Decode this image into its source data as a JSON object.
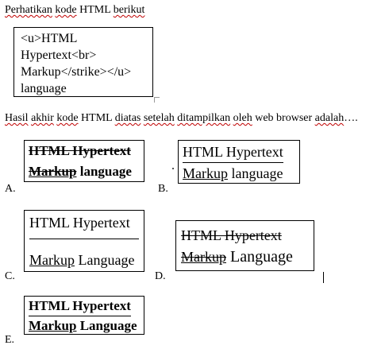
{
  "question_intro": [
    "Perhatikan",
    " ",
    "kode",
    " HTML ",
    "berikut"
  ],
  "code_lines": [
    "<u>HTML",
    "Hypertext<br>",
    "Markup</strike></u>",
    "language"
  ],
  "question": [
    {
      "t": "Hasil",
      "sq": true
    },
    {
      "t": " ",
      "sq": false
    },
    {
      "t": "akhir",
      "sq": true
    },
    {
      "t": " ",
      "sq": false
    },
    {
      "t": "kode",
      "sq": true
    },
    {
      "t": " HTML ",
      "sq": false
    },
    {
      "t": "diatas",
      "sq": true
    },
    {
      "t": " ",
      "sq": false
    },
    {
      "t": "setelah",
      "sq": true
    },
    {
      "t": " ",
      "sq": false
    },
    {
      "t": "ditampilkan",
      "sq": true
    },
    {
      "t": " ",
      "sq": false
    },
    {
      "t": "oleh",
      "sq": true
    },
    {
      "t": " web browser ",
      "sq": false
    },
    {
      "t": "adalah",
      "sq": true
    },
    {
      "t": "….",
      "sq": false
    }
  ],
  "options": [
    {
      "letter": "A.",
      "line1": "HTML Hypertext",
      "line2a": "Markup",
      "line2b": " language"
    },
    {
      "letter": "B.",
      "line1": "HTML Hypertext",
      "line2a": "Markup",
      "line2b": " language"
    },
    {
      "letter": "C.",
      "line1": "HTML Hypertext",
      "line2a": "Markup",
      "line2b": " Language"
    },
    {
      "letter": "D.",
      "line1": "HTML Hypertext",
      "line2a": "Markup",
      "line2b": " Language"
    },
    {
      "letter": "E.",
      "line1": "HTML Hypertext",
      "line2a": "Markup",
      "line2b": " Language"
    }
  ]
}
